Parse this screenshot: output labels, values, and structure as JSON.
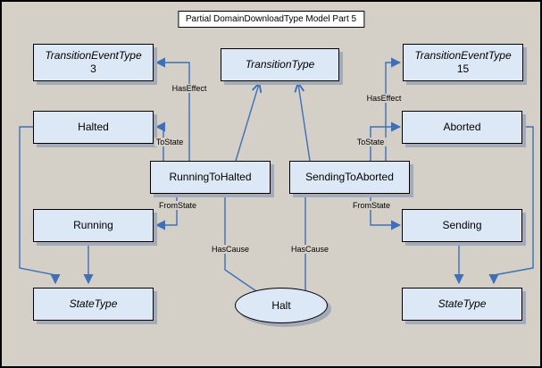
{
  "title": "Partial DomainDownloadType Model Part 5",
  "nodes": {
    "transition_event_type_left": {
      "label": "TransitionEventType",
      "value": "3"
    },
    "transition_type": {
      "label": "TransitionType"
    },
    "transition_event_type_right": {
      "label": "TransitionEventType",
      "value": "15"
    },
    "halted": {
      "label": "Halted"
    },
    "aborted": {
      "label": "Aborted"
    },
    "running_to_halted": {
      "label": "RunningToHalted"
    },
    "sending_to_aborted": {
      "label": "SendingToAborted"
    },
    "running": {
      "label": "Running"
    },
    "sending": {
      "label": "Sending"
    },
    "state_type_left": {
      "label": "StateType"
    },
    "state_type_right": {
      "label": "StateType"
    },
    "halt": {
      "label": "Halt"
    }
  },
  "edge_labels": {
    "has_effect_left": "HasEffect",
    "has_effect_right": "HasEffect",
    "to_state_left": "ToState",
    "to_state_right": "ToState",
    "from_state_left": "FromState",
    "from_state_right": "FromState",
    "has_cause_left": "HasCause",
    "has_cause_right": "HasCause"
  },
  "colors": {
    "background": "#d4d0c8",
    "node_fill": "#dde8f6",
    "node_border": "#000000",
    "node_shadow": "#a4abb8",
    "connector": "#3e6fb8",
    "title_background": "#ffffff"
  }
}
